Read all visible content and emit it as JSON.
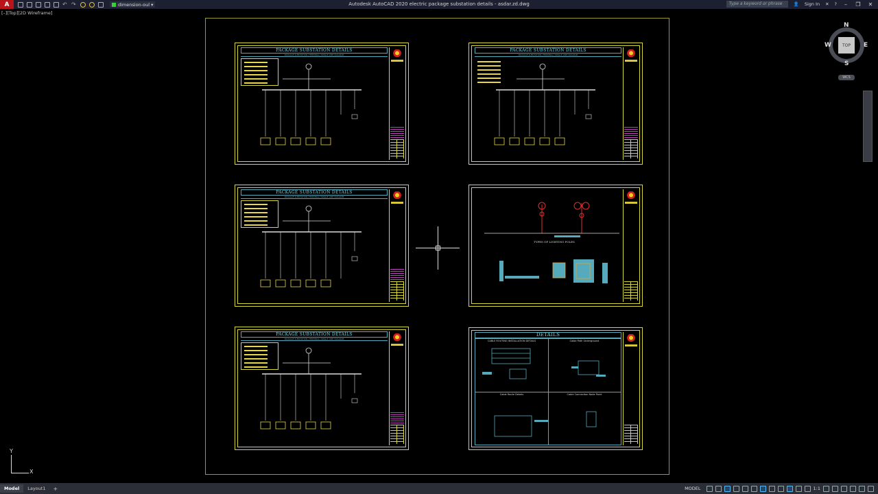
{
  "titlebar": {
    "app_letter": "A",
    "layer_name": "dimension-oul",
    "title": "Autodesk AutoCAD 2020   electric package substation details - asdar.zd.dwg",
    "search_placeholder": "Type a keyword or phrase",
    "sign_in": "Sign In",
    "minimize": "–",
    "restore": "❐",
    "close": "✕"
  },
  "viewport_label": "[–][Top][2D Wireframe]",
  "sheets": [
    {
      "title": "PACKAGE SUBSTATION DETAILS",
      "subtitle": "PACKAGE SUBSTATION (TERMINAL) SINGLE LINE DIAGRAM"
    },
    {
      "title": "PACKAGE SUBSTATION DETAILS",
      "subtitle": "PACKAGE SUBSTATION (TERMINAL) SINGLE LINE DIAGRAM"
    },
    {
      "title": "PACKAGE SUBSTATION DETAILS",
      "subtitle": "PACKAGE SUBSTATION (TERMINAL) SINGLE LINE DIAGRAM"
    },
    {
      "title": "",
      "caption": "TYPES OF LIGHTING POLES"
    },
    {
      "title": "PACKAGE SUBSTATION DETAILS",
      "subtitle": "PACKAGE SUBSTATION (TERMINAL) SINGLE LINE DIAGRAM"
    },
    {
      "title": "DETAILS",
      "panel_1": "CABLE ROUTING INSTALLATION DETAILS",
      "panel_2": "Cable Path Underground",
      "panel_3": "Cable Route Details",
      "panel_4": "Cable Connection Node Point"
    }
  ],
  "viewcube": {
    "north": "N",
    "south": "S",
    "east": "E",
    "west": "W",
    "top": "TOP",
    "wcs": "WCS"
  },
  "ucs": {
    "x": "X",
    "y": "Y"
  },
  "statusbar": {
    "tabs": [
      "Model",
      "Layout1"
    ],
    "add_tab": "+",
    "model_label": "MODEL",
    "scale": "1:1"
  }
}
